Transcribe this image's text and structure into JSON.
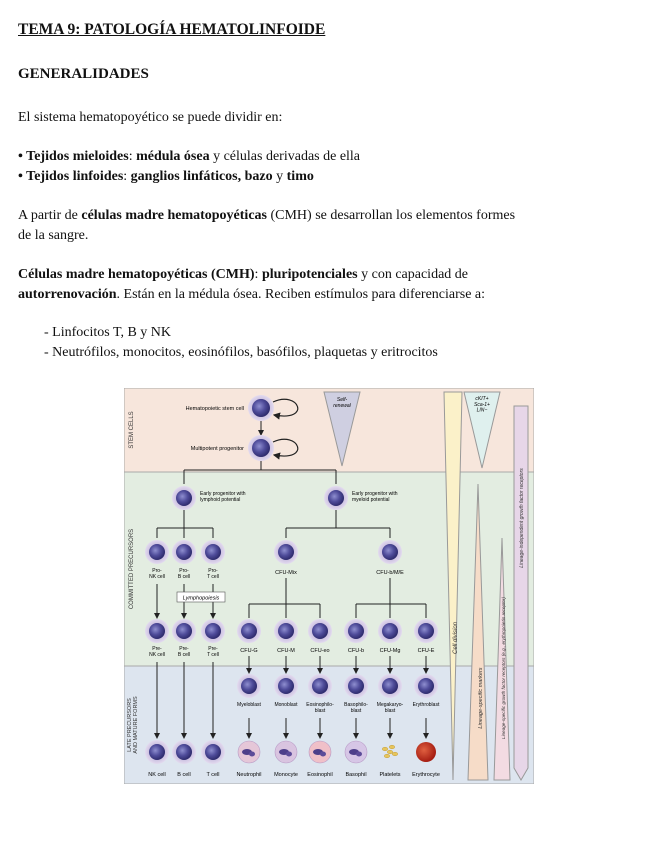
{
  "doc": {
    "title": "TEMA 9: PATOLOGÍA HEMATOLINFOIDE",
    "section": "GENERALIDADES",
    "intro": "El sistema hematopoyético se puede dividir en:",
    "b1_a": "• Tejidos mieloides",
    "b1_b": ": ",
    "b1_c": "médula ósea",
    "b1_d": " y células derivadas de ella",
    "b2_a": "• Tejidos linfoides",
    "b2_b": ": ",
    "b2_c": "ganglios linfáticos, bazo",
    "b2_d": " y ",
    "b2_e": "timo",
    "p2_a": "A partir de ",
    "p2_b": "células madre hematopoyéticas",
    "p2_c": " (CMH) se desarrollan los elementos formes",
    "p2_d": "de la sangre.",
    "p3_a": "Células madre hematopoyéticas (CMH)",
    "p3_b": ": ",
    "p3_c": "pluripotenciales",
    "p3_d": " y con capacidad de",
    "p3_e": "autorrenovación",
    "p3_f": ". Están en la médula ósea. Reciben estímulos para diferenciarse a:",
    "list": [
      "-  Linfocitos T, B y NK",
      "-  Neutrófilos, monocitos, eosinófilos, basófilos, plaquetas y eritrocitos"
    ]
  },
  "figure": {
    "band_labels": [
      "STEM CELLS",
      "COMMITTED PRECURSORS",
      "LATE PRECURSORS AND MATURE FORMS"
    ],
    "hsc": "Hematopoietic stem cell",
    "mpp": "Multipotent progenitor",
    "self_renewal": "Self-\nrenewal",
    "markers": "cKIT+\nSca-1+\nLIN−",
    "lymph_prog": "Early progenitor with\nlymphoid potential",
    "myeloid_prog": "Early progenitor with\nmyeloid potential",
    "pro_cells": [
      "Pro-\nNK cell",
      "Pro-\nB cell",
      "Pro-\nT cell"
    ],
    "lymphopoiesis": "Lymphopoiesis",
    "cfu_mix": "CFU-Mix",
    "cfu_bme": "CFU-b/M/E",
    "pre_cells": [
      "Pre-\nNK cell",
      "Pre-\nB cell",
      "Pre-\nT cell"
    ],
    "cfus": [
      "CFU-G",
      "CFU-M",
      "CFU-eo",
      "CFU-b",
      "CFU-Mg",
      "CFU-E"
    ],
    "blasts": [
      "Myeloblast",
      "Monoblast",
      "Eosinophilo-\nblast",
      "Basophilo-\nblast",
      "Megakaryo-\nblast",
      "Erythroblast"
    ],
    "mature": [
      "NK cell",
      "B cell",
      "T cell",
      "Neutrophil",
      "Monocyte",
      "Eosinophil",
      "Basophil",
      "Platelets",
      "Erythrocyte"
    ],
    "vertical_labels": [
      "Cell division",
      "Lineage-specific markers",
      "Lineage-specific growth factor receptors (e.g., erythropoietin receptor)",
      "Lineage-independent growth factor receptors"
    ]
  }
}
